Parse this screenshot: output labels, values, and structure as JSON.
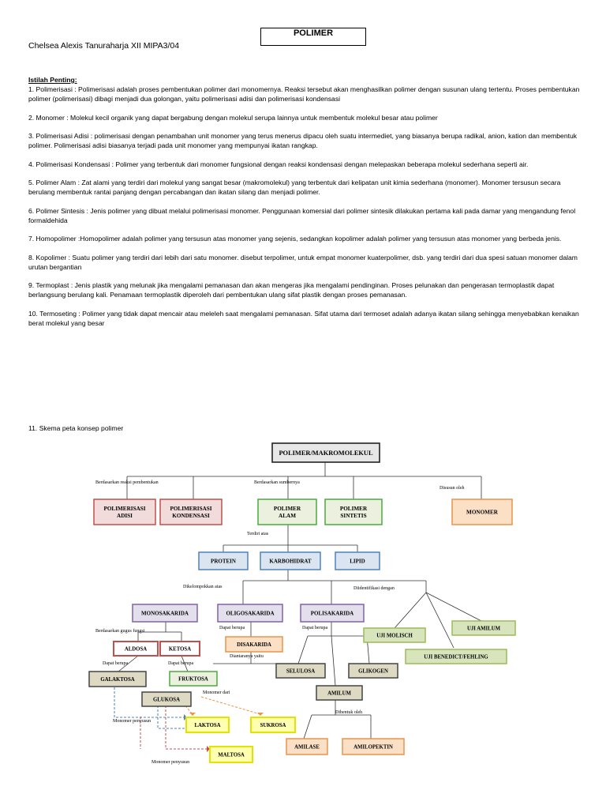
{
  "title": "POLIMER",
  "author": "Chelsea Alexis Tanuraharja XII MIPA3/04",
  "heading": "Istilah Penting",
  "items": [
    "1. Polimerisasi : Polimerisasi adalah proses pembentukan polimer dari monomernya. Reaksi tersebut akan menghasilkan polimer dengan susunan ulang tertentu. Proses pembentukan polimer (polimerisasi) dibagi menjadi dua golongan, yaitu polimerisasi adisi dan polimerisasi kondensasi",
    "2. Monomer : Molekul kecil organik yang dapat bergabung dengan molekul serupa lainnya untuk membentuk molekul besar atau polimer",
    "3. Polimerisasi Adisi : polimerisasi dengan penambahan unit monomer yang terus menerus dipacu oleh suatu intermediet, yang biasanya berupa radikal, anion, kation dan membentuk polimer. Polimerisasi adisi biasanya terjadi pada unit monomer yang mempunyai ikatan rangkap.",
    "4. Polimerisasi Kondensasi : Polimer yang terbentuk dari monomer fungsional dengan reaksi kondensasi dengan melepaskan beberapa molekul sederhana seperti air.",
    "5. Polimer Alam : Zat alami yang terdiri dari molekul yang sangat besar (makromolekul) yang terbentuk dari kelipatan unit kimia sederhana (monomer). Monomer tersusun secara berulang membentuk rantai panjang dengan percabangan dan ikatan silang dan menjadi polimer.",
    "6. Polimer Sintesis : Jenis polimer yang dibuat melalui polimerisasi monomer. Penggunaan komersial dari polimer sintesik dilakukan pertama kali pada damar yang mengandung fenol formaldehida",
    "7. Homopolimer :Homopolimer adalah polimer yang tersusun atas monomer yang sejenis, sedangkan kopolimer adalah polimer yang tersusun atas monomer yang berbeda jenis.",
    "8. Kopolimer : Suatu polimer yang terdiri dari lebih dari satu monomer. disebut terpolimer, untuk empat monomer kuaterpolimer, dsb. yang terdiri dari dua spesi satuan monomer dalam urutan bergantian",
    "9. Termoplast : Jenis plastik yang melunak jika mengalami pemanasan dan akan mengeras jika mengalami pendinginan. Proses pelunakan dan pengerasan termoplastik dapat berlangsung berulang kali. Penamaan termoplastik diperoleh dari pembentukan ulang sifat plastik dengan proses pemanasan.",
    "10. Termoseting : Polimer yang tidak dapat mencair atau meleleh saat mengalami pemanasan. Sifat utama dari termoset adalah adanya ikatan silang sehingga menyebabkan kenaikan berat molekul yang besar"
  ],
  "schema_label": "11. Skema peta konsep polimer",
  "diagram": {
    "nodes": {
      "root": "POLIMER/MAKROMOLEKUL",
      "adisi": [
        "POLIMERISASI",
        "ADISI"
      ],
      "kondensasi": [
        "POLIMERISASI",
        "KONDENSASI"
      ],
      "alam": [
        "POLIMER",
        "ALAM"
      ],
      "sintetis": [
        "POLIMER",
        "SINTETIS"
      ],
      "monomer": "MONOMER",
      "protein": "PROTEIN",
      "karbohidrat": "KARBOHIDRAT",
      "lipid": "LIPID",
      "monosakarida": "MONOSAKARIDA",
      "oligosakarida": "OLIGOSAKARIDA",
      "polisakarida": "POLISAKARIDA",
      "molisch": "UJI MOLISCH",
      "amilum_test": "UJI AMILUM",
      "benedict": "UJI BENEDICT/FEHLING",
      "aldosa": "ALDOSA",
      "ketosa": "KETOSA",
      "disakarida": "DISAKARIDA",
      "selulosa": "SELULOSA",
      "glikogen": "GLIKOGEN",
      "galaktosa": "GALAKTOSA",
      "fruktosa": "FRUKTOSA",
      "glukosa": "GLUKOSA",
      "amilum": "AMILUM",
      "laktosa": "LAKTOSA",
      "sukrosa": "SUKROSA",
      "maltosa": "MALTOSA",
      "amilase": "AMILASE",
      "amilopektin": "AMILOPEKTIN"
    },
    "labels": {
      "reaksi": "Berdasarkan reaksi pembentukan",
      "sumber": "Berdasarkan sumbernya",
      "disusun": "Disusun oleh",
      "terdiri": "Terdiri atas",
      "dikelompokkan": "Dikelompokkan atas",
      "diidentifikasi": "Diidentifikasi dengan",
      "gugus": "Berdasarkan gugus fungsi",
      "dapat1": "Dapat berupa",
      "dapat2": "Dapat berupa",
      "dapat3": "Dapat berupa",
      "dapat4": "Dapat berupa",
      "diantaranya": "Diantaranya yaitu",
      "monomer_dari": "Monomer dari",
      "monomer_penyusun1": "Monomer penyusun",
      "monomer_penyusun2": "Monomer penyusun",
      "dibentuk": "Dibentuk oleh"
    },
    "colors": {
      "red": "#c0504d",
      "red_fill": "#f2dcdb",
      "green": "#4aab3c",
      "green_fill": "#ebf1de",
      "orange": "#e8944a",
      "orange_fill": "#fbe0c6",
      "blue": "#4f81bd",
      "blue_fill": "#dbe5f1",
      "purple": "#8064a2",
      "purple_fill": "#e4dfec",
      "lime": "#9bbb59",
      "lime_fill": "#d7e4bc",
      "tan": "#938953",
      "tan_fill": "#ddd9c3",
      "yellow": "#e3e300",
      "yellow_fill": "#ffffb0"
    }
  }
}
